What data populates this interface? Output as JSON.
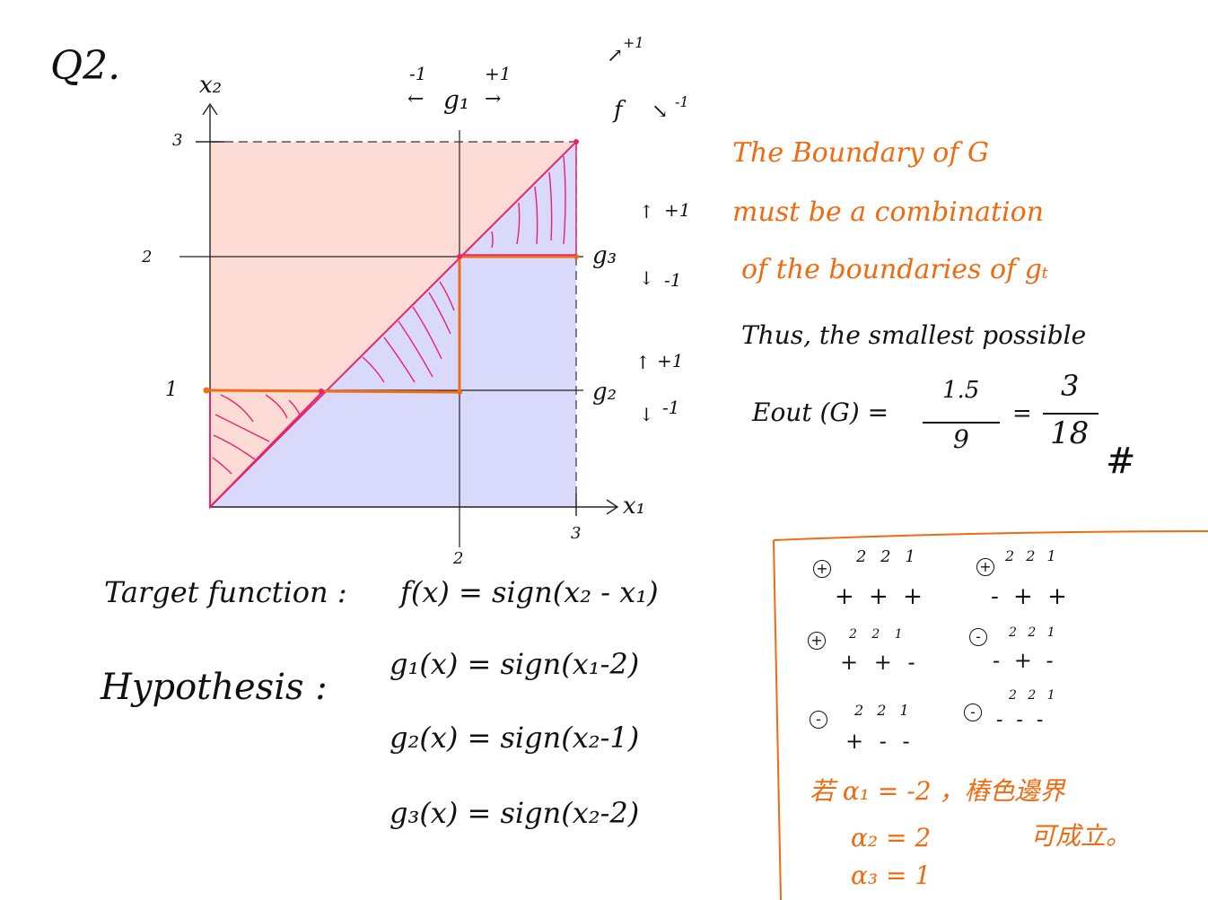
{
  "question_label": "Q2.",
  "plot": {
    "x_axis_label": "x₁",
    "y_axis_label": "x₂",
    "x_ticks": [
      "2",
      "3"
    ],
    "y_ticks": [
      "1",
      "2",
      "3"
    ],
    "g1": {
      "name": "g₁",
      "left": "-1",
      "right": "+1"
    },
    "g2": {
      "name": "g₂",
      "up": "+1",
      "down": "-1"
    },
    "g3": {
      "name": "g₃",
      "up": "+1",
      "down": "-1"
    },
    "f": {
      "name": "f",
      "up": "+1",
      "down": "-1"
    },
    "colors": {
      "positive_region": "#fddcd6",
      "negative_region": "#d9d9fb",
      "boundary_G": "#f26b15",
      "target_line": "#e8226c"
    }
  },
  "notes": {
    "line1": "The Boundary of G",
    "line2": "must be a combination",
    "line3": "of the boundaries of gₜ",
    "line4": "Thus, the smallest possible",
    "eout_label": "Eout (G) =",
    "frac1_num": "1.5",
    "frac1_den": "9",
    "equals": "=",
    "frac2_num": "3",
    "frac2_den": "18",
    "end_mark": "#"
  },
  "definitions": {
    "target_label": "Target function :",
    "target_expr": "f(x) = sign(x₂ - x₁)",
    "hypothesis_label": "Hypothesis :",
    "g1_expr": "g₁(x) = sign(x₁-2)",
    "g2_expr": "g₂(x) = sign(x₂-1)",
    "g3_expr": "g₃(x) = sign(x₂-2)"
  },
  "box": {
    "rows": [
      {
        "circle": "+",
        "weights": "2 2 1",
        "signs": "+ + +"
      },
      {
        "circle": "+",
        "weights": "2 2 1",
        "signs": "- + +"
      },
      {
        "circle": "+",
        "weights": "2 2 1",
        "signs": "+ + -"
      },
      {
        "circle": "-",
        "weights": "2 2 1",
        "signs": "- + -"
      },
      {
        "circle": "-",
        "weights": "2 2 1",
        "signs": "+ - -"
      },
      {
        "circle": "-",
        "weights": "2 2 1",
        "signs": "- - -"
      }
    ],
    "note_line1": "若 α₁ = -2 ，樁色邊界",
    "note_line2": "α₂ = 2",
    "note_line3": "α₃ = 1",
    "note_right": "可成立。"
  }
}
